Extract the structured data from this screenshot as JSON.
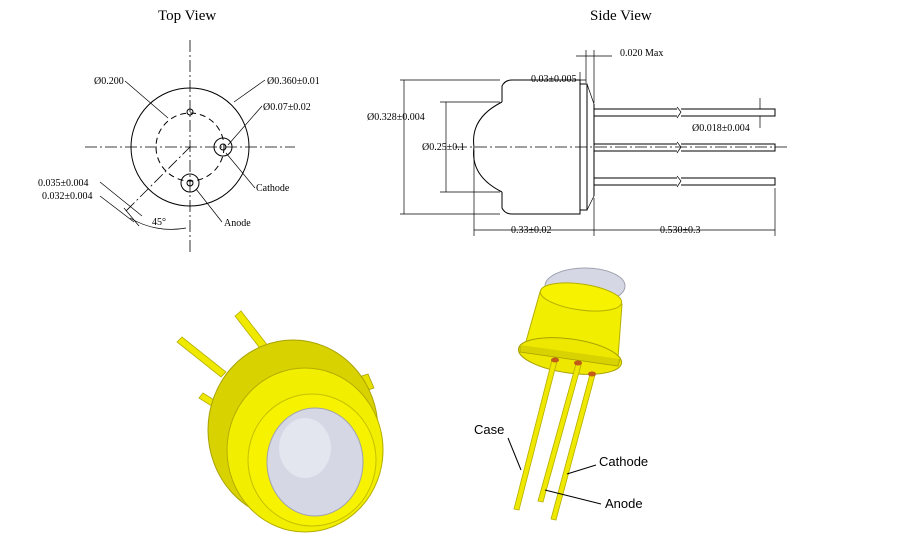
{
  "top_view": {
    "title": "Top View",
    "labels": {
      "d_inner": "Ø0.200",
      "d_outer": "Ø0.360±0.01",
      "d_pin": "Ø0.07±0.02",
      "cathode": "Cathode",
      "anode": "Anode",
      "dim_035": "0.035±0.004",
      "dim_032": "0.032±0.004",
      "angle": "45°"
    }
  },
  "side_view": {
    "title": "Side View",
    "labels": {
      "max": "0.020 Max",
      "flange": "0.03±0.005",
      "body_dia": "Ø0.328±0.004",
      "lens_dia": "Ø0.25±0.1",
      "lead_dia": "Ø0.018±0.004",
      "body_len": "0.33±0.02",
      "lead_len": "0.530±0.3"
    }
  },
  "render_view": {
    "labels": {
      "case": "Case",
      "cathode": "Cathode",
      "anode": "Anode"
    }
  },
  "colors": {
    "body_yellow": "#f2ee00",
    "body_shadow": "#c8c200",
    "lens_gray": "#d5d7e4",
    "pin_tip": "#c45a1a"
  }
}
